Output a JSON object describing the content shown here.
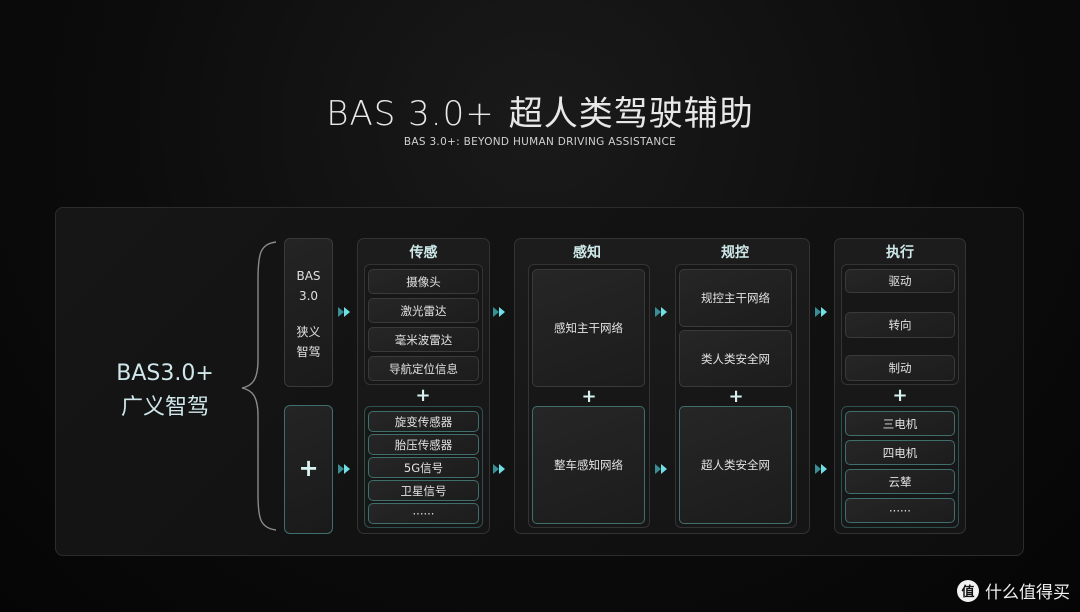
{
  "header": {
    "title_en": "BAS 3.0+",
    "title_cn": "超人类驾驶辅助",
    "subtitle": "BAS 3.0+: BEYOND HUMAN DRIVING ASSISTANCE"
  },
  "left": {
    "label_line1": "BAS3.0+",
    "label_line2": "广义智驾"
  },
  "bas_box": {
    "line1": "BAS",
    "line2": "3.0",
    "line3": "狭义",
    "line4": "智驾"
  },
  "plus_symbol": "+",
  "sensing": {
    "title": "传感",
    "top_items": [
      "摄像头",
      "激光雷达",
      "毫米波雷达",
      "导航定位信息"
    ],
    "bottom_items": [
      "旋变传感器",
      "胎压传感器",
      "5G信号",
      "卫星信号",
      "······"
    ]
  },
  "perception": {
    "title": "感知",
    "top_item": "感知主干网络",
    "bottom_item": "整车感知网络"
  },
  "planning": {
    "title": "规控",
    "top_items": [
      "规控主干网络",
      "类人类安全网"
    ],
    "bottom_item": "超人类安全网"
  },
  "execution": {
    "title": "执行",
    "top_items": [
      "驱动",
      "转向",
      "制动"
    ],
    "bottom_items": [
      "三电机",
      "四电机",
      "云辇",
      "······"
    ]
  },
  "colors": {
    "accent_teal": "#5fd0d6",
    "border_teal": "#3f6e6c",
    "background": "#0c0c0c"
  },
  "watermark": {
    "icon_char": "值",
    "text": "什么值得买"
  }
}
